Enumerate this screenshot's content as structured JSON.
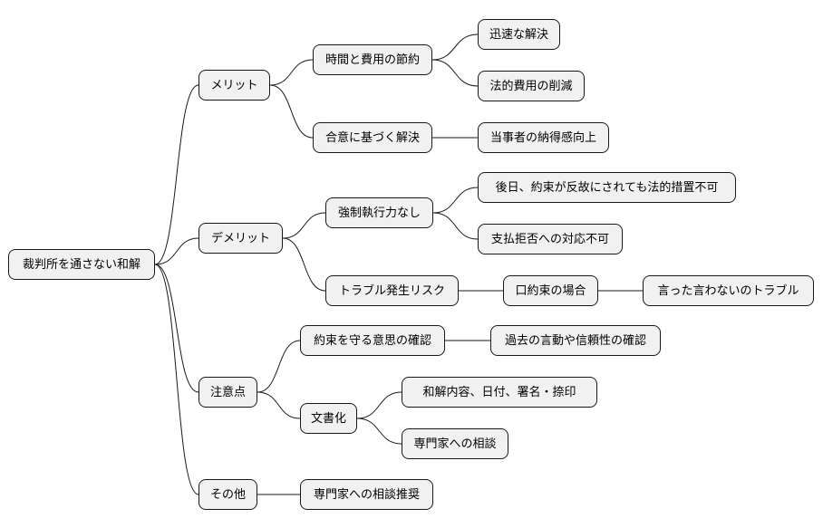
{
  "root": "裁判所を通さない和解",
  "branches": [
    {
      "label": "メリット",
      "children": [
        {
          "label": "時間と費用の節約",
          "children": [
            {
              "label": "迅速な解決"
            },
            {
              "label": "法的費用の削減"
            }
          ]
        },
        {
          "label": "合意に基づく解決",
          "children": [
            {
              "label": "当事者の納得感向上"
            }
          ]
        }
      ]
    },
    {
      "label": "デメリット",
      "children": [
        {
          "label": "強制執行力なし",
          "children": [
            {
              "label": "後日、約束が反故にされても法的措置不可"
            },
            {
              "label": "支払拒否への対応不可"
            }
          ]
        },
        {
          "label": "トラブル発生リスク",
          "children": [
            {
              "label": "口約束の場合",
              "children": [
                {
                  "label": "言った言わないのトラブル"
                }
              ]
            }
          ]
        }
      ]
    },
    {
      "label": "注意点",
      "children": [
        {
          "label": "約束を守る意思の確認",
          "children": [
            {
              "label": "過去の言動や信頼性の確認"
            }
          ]
        },
        {
          "label": "文書化",
          "children": [
            {
              "label": "和解内容、日付、署名・捺印"
            },
            {
              "label": "専門家への相談"
            }
          ]
        }
      ]
    },
    {
      "label": "その他",
      "children": [
        {
          "label": "専門家への相談推奨"
        }
      ]
    }
  ]
}
